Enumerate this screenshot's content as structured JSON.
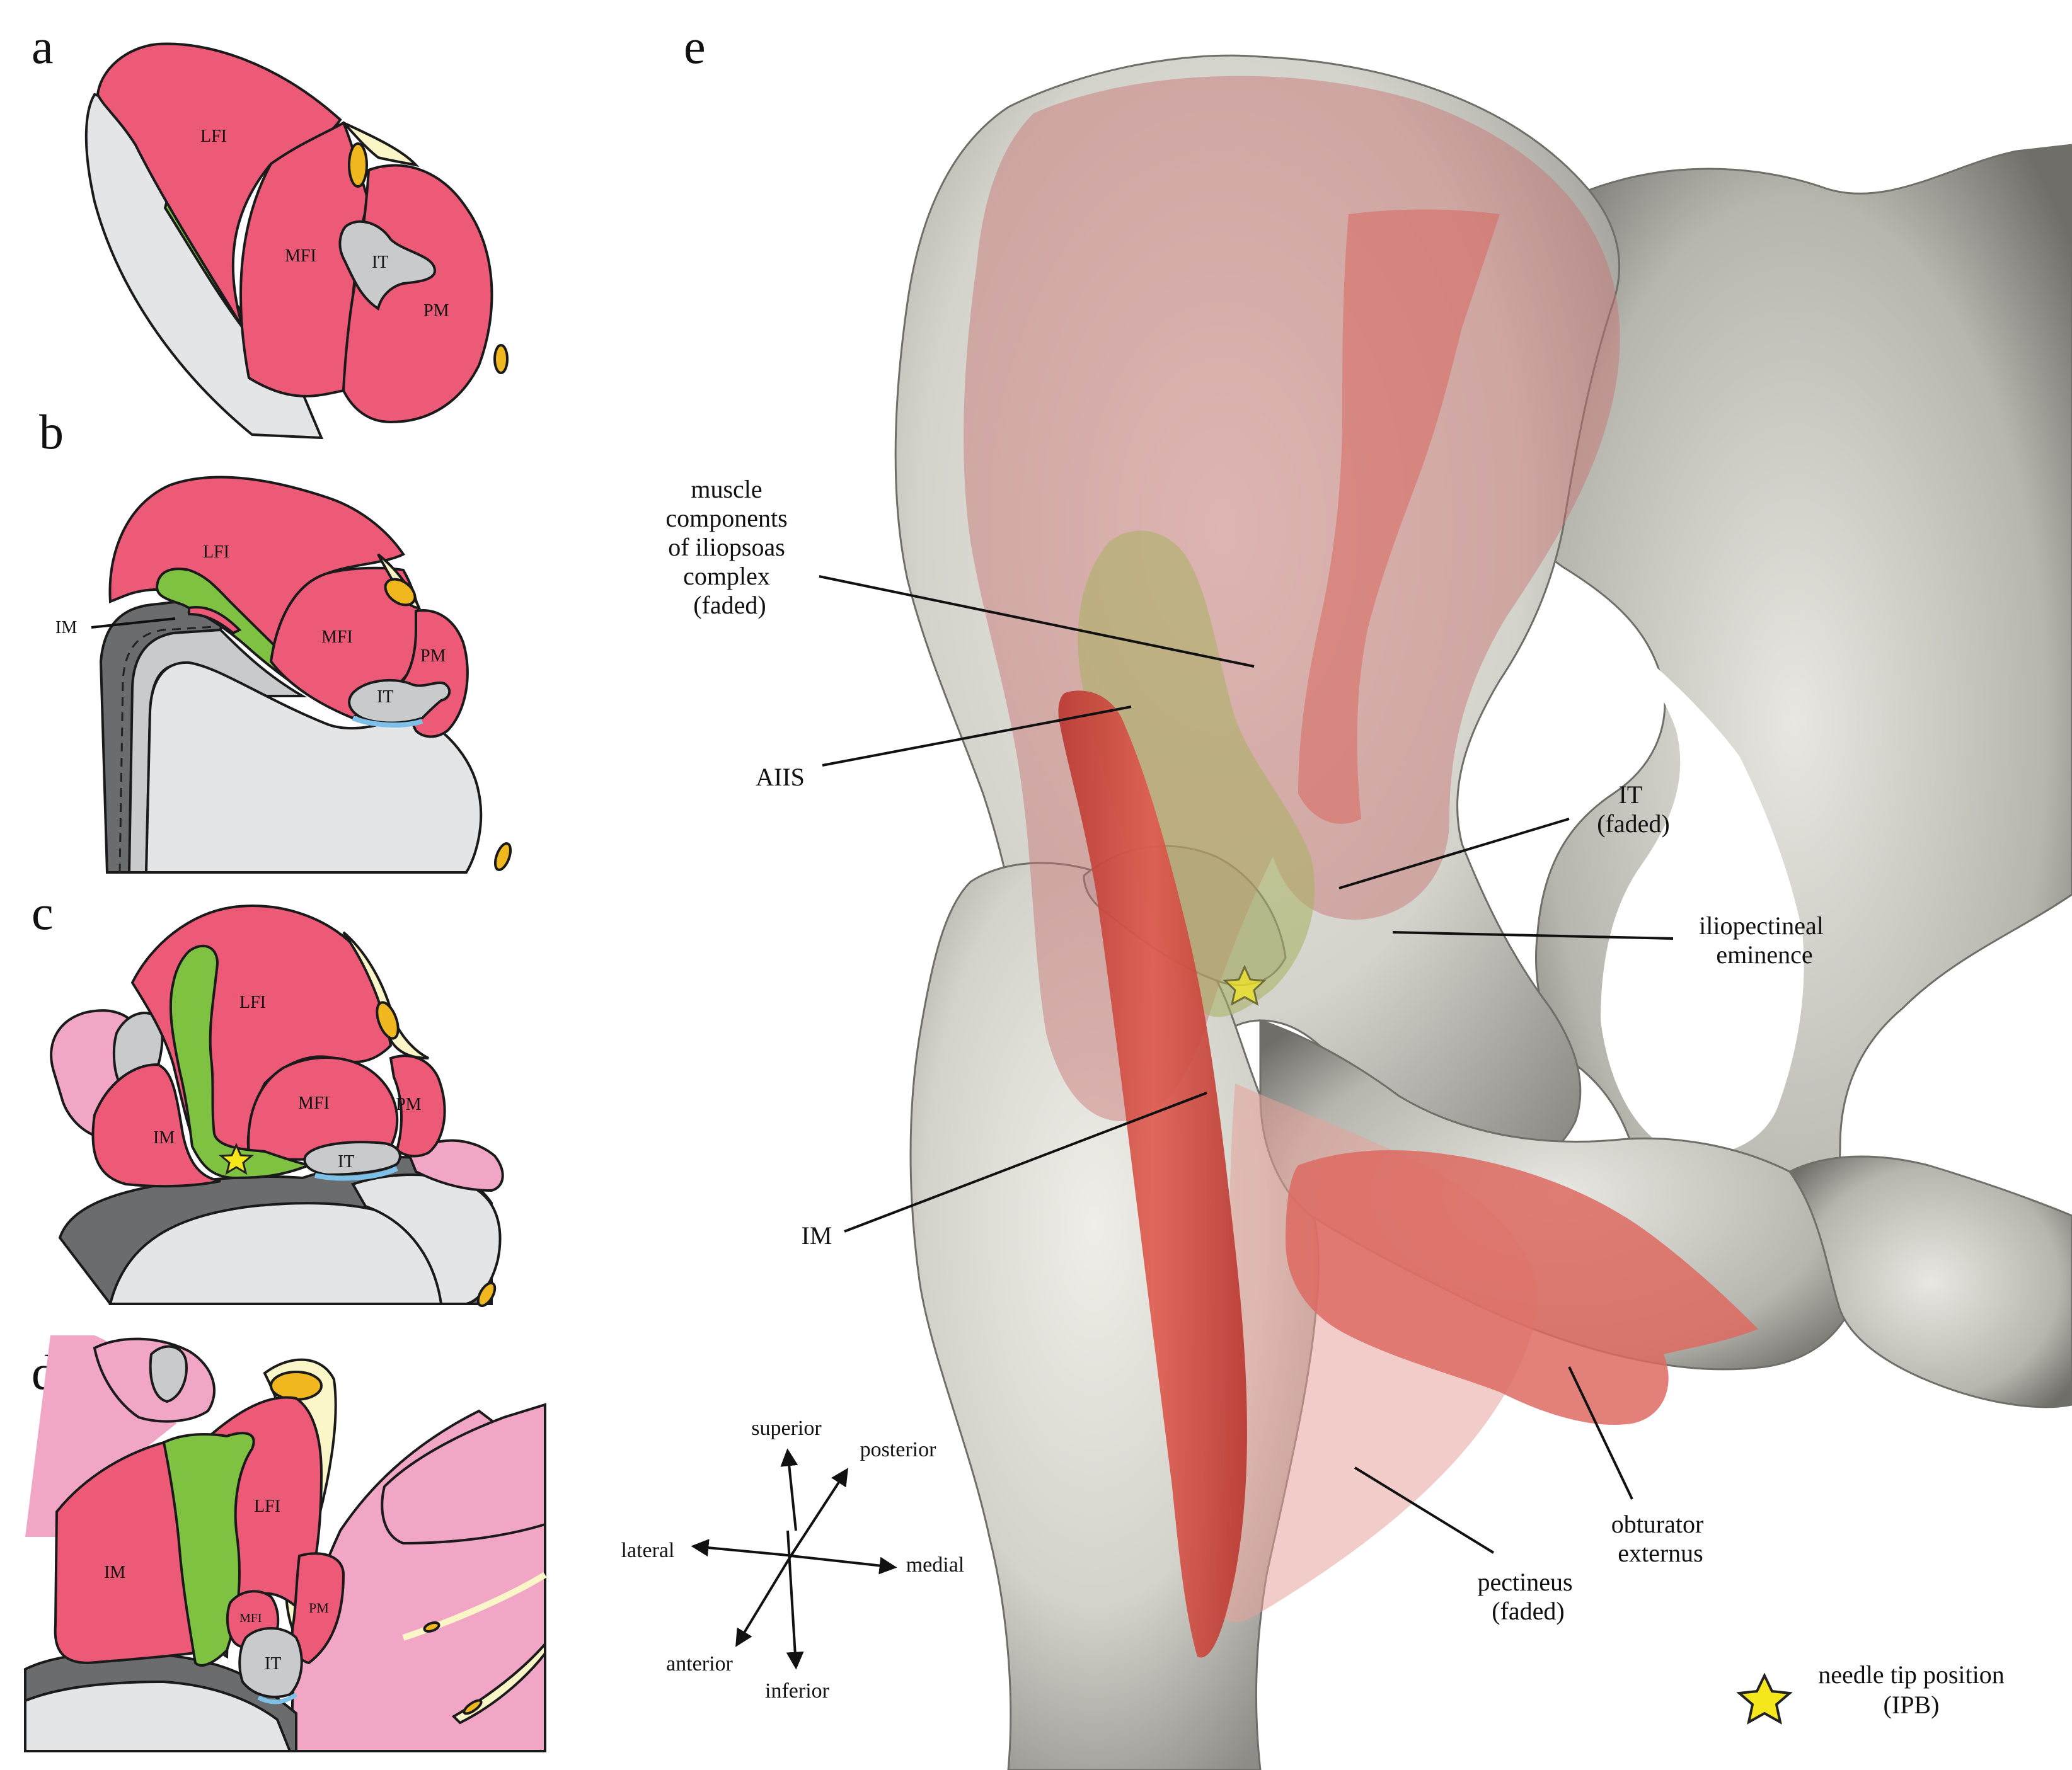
{
  "panels": {
    "a": {
      "letter": "a",
      "LFI": "LFI",
      "MFI": "MFI",
      "IT": "IT",
      "PM": "PM"
    },
    "b": {
      "letter": "b",
      "LFI": "LFI",
      "MFI": "MFI",
      "IT": "IT",
      "PM": "PM",
      "IM": "IM"
    },
    "c": {
      "letter": "c",
      "LFI": "LFI",
      "MFI": "MFI",
      "IT": "IT",
      "PM": "PM",
      "IM": "IM"
    },
    "d": {
      "letter": "d",
      "LFI": "LFI",
      "MFI": "MFI",
      "IT": "IT",
      "PM": "PM",
      "IM": "IM"
    },
    "e": {
      "letter": "e"
    }
  },
  "labels_e": {
    "muscle_components": [
      "muscle",
      "components",
      "of iliopsoas",
      "complex",
      "(faded)"
    ],
    "aiis": "AIIS",
    "it_faded": [
      "IT",
      "(faded)"
    ],
    "iliopectineal": [
      "iliopectineal",
      "eminence"
    ],
    "im": "IM",
    "obturator": [
      "obturator",
      "externus"
    ],
    "pectineus": [
      "pectineus",
      "(faded)"
    ]
  },
  "orientation": {
    "superior": "superior",
    "inferior": "inferior",
    "lateral": "lateral",
    "medial": "medial",
    "posterior": "posterior",
    "anterior": "anterior"
  },
  "legend": {
    "line1": "needle tip position",
    "line2": "(IPB)"
  },
  "colors": {
    "muscle": "#ec5a78",
    "nerve": "#7fc242",
    "bone_section": "#c9cacc",
    "bone_light": "#e4e5e7",
    "bone_dark": "#6b6c6e",
    "fat": "#fbf6c8",
    "vessel": "#f0b81e",
    "fascia_blue": "#7ec1e8",
    "other_muscle": "#f2a6c6",
    "star": "#f6e71c"
  }
}
